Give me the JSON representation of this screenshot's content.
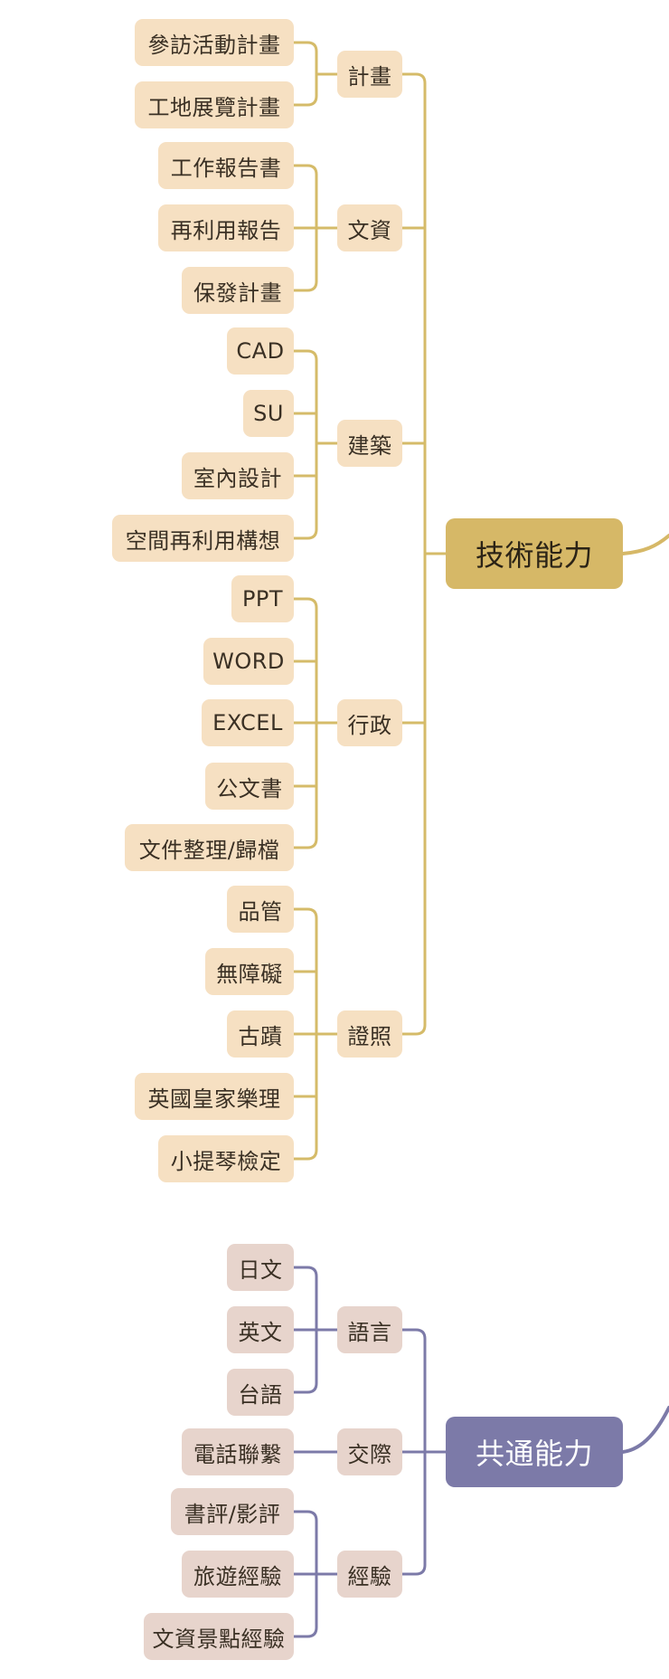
{
  "colors": {
    "branch_a_line": "#d5bb69",
    "branch_a_root": "#d6b867",
    "branch_a_node": "#f6e0c2",
    "branch_b_line": "#7c7aa8",
    "branch_b_root": "#7c7aa8",
    "branch_b_node": "#e7d4cc"
  },
  "mindmap": {
    "branch_a": {
      "root": "技術能力",
      "groups": [
        {
          "label": "計畫",
          "items": [
            "參訪活動計畫",
            "工地展覽計畫"
          ]
        },
        {
          "label": "文資",
          "items": [
            "工作報告書",
            "再利用報告",
            "保發計畫"
          ]
        },
        {
          "label": "建築",
          "items": [
            "CAD",
            "SU",
            "室內設計",
            "空間再利用構想"
          ]
        },
        {
          "label": "行政",
          "items": [
            "PPT",
            "WORD",
            "EXCEL",
            "公文書",
            "文件整理/歸檔"
          ]
        },
        {
          "label": "證照",
          "items": [
            "品管",
            "無障礙",
            "古蹟",
            "英國皇家樂理",
            "小提琴檢定"
          ]
        }
      ]
    },
    "branch_b": {
      "root": "共通能力",
      "groups": [
        {
          "label": "語言",
          "items": [
            "日文",
            "英文",
            "台語"
          ]
        },
        {
          "label": "交際",
          "items": [
            "電話聯繫"
          ]
        },
        {
          "label": "經驗",
          "items": [
            "書評/影評",
            "旅遊經驗",
            "文資景點經驗"
          ]
        }
      ]
    }
  }
}
